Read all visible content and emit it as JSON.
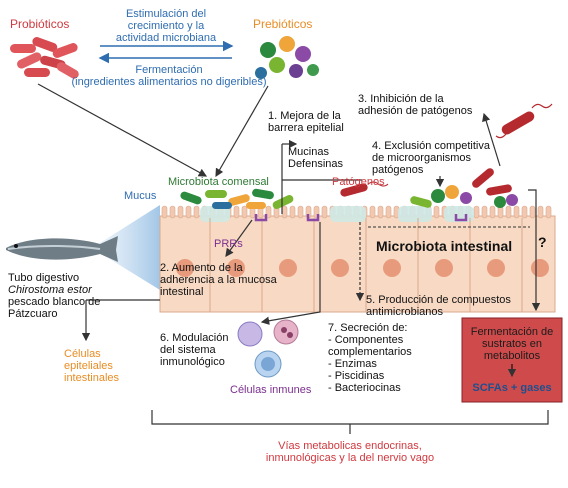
{
  "top": {
    "probioticos": "Probióticos",
    "prebioticos": "Prebióticos",
    "estimulacion": [
      "Estimulación del",
      "crecimiento y la",
      "actividad microbiana"
    ],
    "fermentacion": [
      "Fermentación",
      "(ingredientes alimentarios no digeribles)"
    ]
  },
  "points": {
    "p1": [
      "1. Mejora de la",
      "barrera epitelial"
    ],
    "p1_sub": [
      "Mucinas",
      "Defensinas"
    ],
    "p2": [
      "2. Aumento de la",
      "adherencia a la mucosa",
      "intestinal"
    ],
    "p3": [
      "3. Inhibición de la",
      "adhesión de patógenos"
    ],
    "p4": [
      "4. Exclusión competitiva",
      "de microorganismos",
      "patógenos"
    ],
    "p5": [
      "5. Producción de compuestos",
      "antimicrobianos"
    ],
    "p6": [
      "6. Modulación",
      "del sistema",
      "inmunológico"
    ],
    "p7": [
      "7. Secreción de:",
      "- Componentes",
      "complementarios",
      "- Enzimas",
      "- Piscidinas",
      "- Bacteriocinas"
    ]
  },
  "labels": {
    "mucus": "Mucus",
    "microbiota_comensal": "Microbiota comensal",
    "patogenos_top": "Patógenos",
    "microbiota_intestinal": "Microbiota intestinal",
    "question": "?",
    "prrs": "PRRs",
    "tubo": [
      "Tubo digestivo",
      "Chirostoma estor",
      "pescado blanco de",
      "Pátzcuaro"
    ],
    "celulas_epiteliales": [
      "Células",
      "epiteliales",
      "intestinales"
    ],
    "celulas_inmunes": "Células inmunes",
    "fermentacion_box": [
      "Fermentación de",
      "sustratos en",
      "metabolitos"
    ],
    "scfas": "SCFAs + gases",
    "vias": [
      "Vías metabolicas endocrinas,",
      "inmunológicas y la del nervio vago"
    ]
  },
  "colors": {
    "red": "#d0393f",
    "orange": "#e88d25",
    "blue": "#2f6db1",
    "green": "#2f7a34",
    "purple": "#7b2f8e",
    "epithelium": "#f7d9c4",
    "nucleus": "#e89a7c",
    "mucus": "#cfe9e6",
    "box_fill": "#cf4b4b"
  }
}
